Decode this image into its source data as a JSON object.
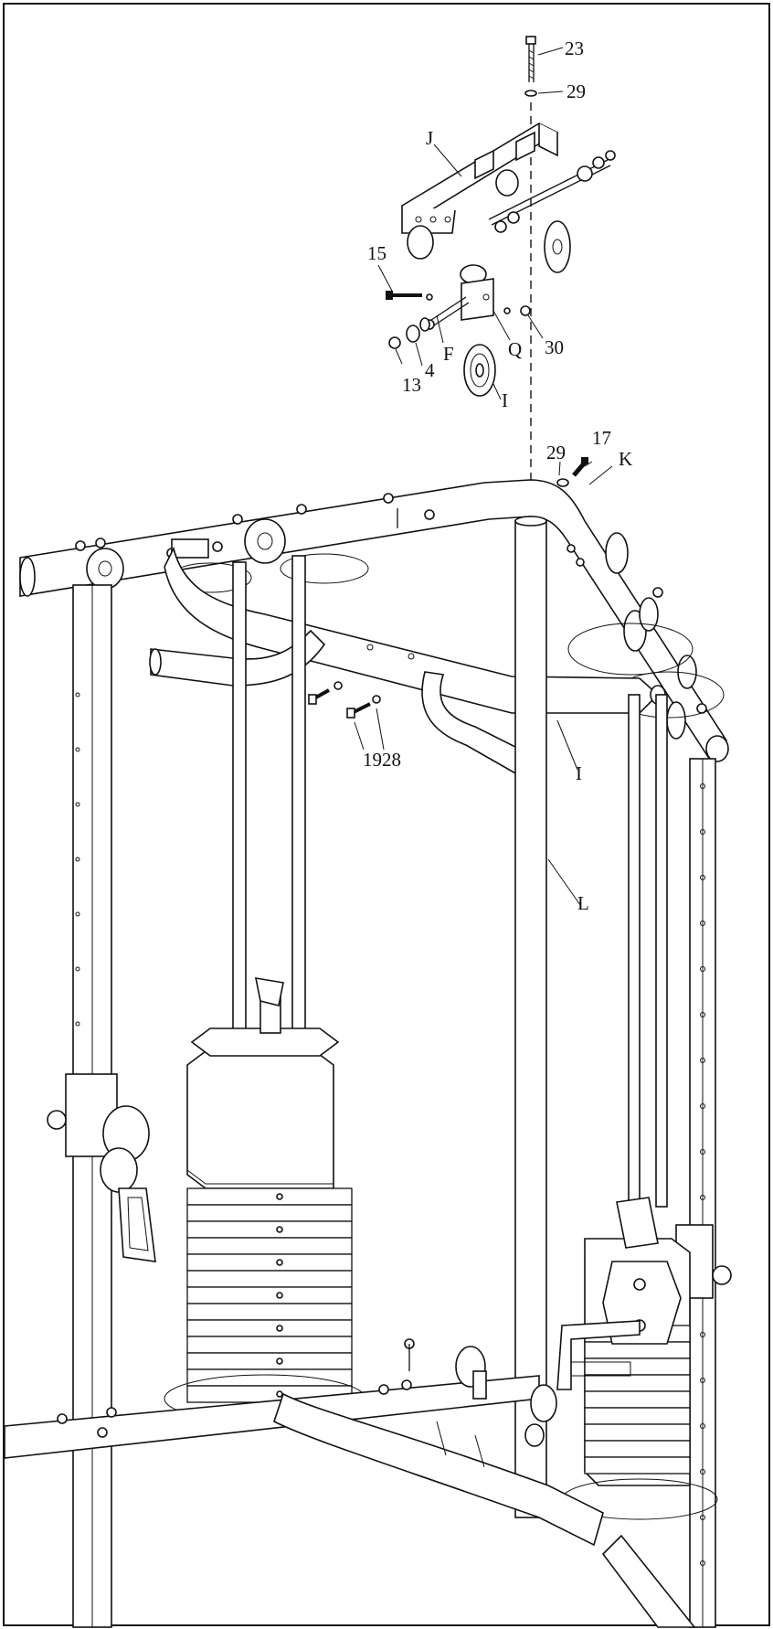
{
  "labels": {
    "l23": "23",
    "l29a": "29",
    "lJ": "J",
    "l15": "15",
    "lF": "F",
    "lQ": "Q",
    "l30": "30",
    "l13": "13",
    "l4": "4",
    "lI_pulley": "I",
    "l29b": "29",
    "l17": "17",
    "lK": "K",
    "l1928": "1928",
    "lI": "I",
    "lL": "L"
  }
}
